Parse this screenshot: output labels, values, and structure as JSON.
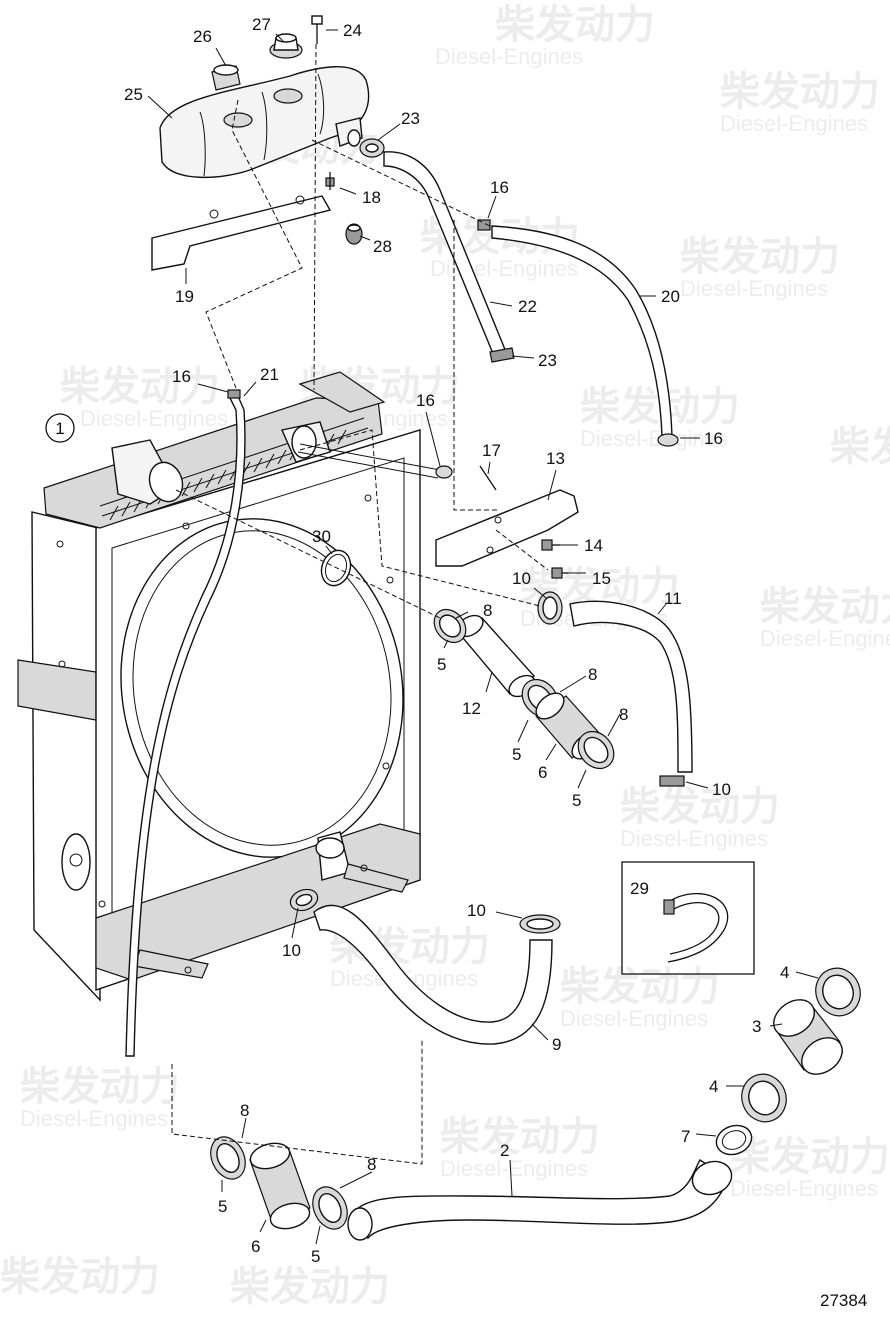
{
  "figure": {
    "drawing_number": "27384",
    "assembly_marker": "1",
    "inset_label": "29"
  },
  "watermark": {
    "chinese_text": "柴发动力",
    "english_text": "Diesel-Engines"
  },
  "labels": [
    {
      "id": "l26",
      "text": "26"
    },
    {
      "id": "l27",
      "text": "27"
    },
    {
      "id": "l24",
      "text": "24"
    },
    {
      "id": "l25",
      "text": "25"
    },
    {
      "id": "l23a",
      "text": "23"
    },
    {
      "id": "l18",
      "text": "18"
    },
    {
      "id": "l16a",
      "text": "16"
    },
    {
      "id": "l28",
      "text": "28"
    },
    {
      "id": "l19",
      "text": "19"
    },
    {
      "id": "l20",
      "text": "20"
    },
    {
      "id": "l22",
      "text": "22"
    },
    {
      "id": "l23b",
      "text": "23"
    },
    {
      "id": "l16b",
      "text": "16"
    },
    {
      "id": "l21",
      "text": "21"
    },
    {
      "id": "l16c",
      "text": "16"
    },
    {
      "id": "l16d",
      "text": "16"
    },
    {
      "id": "l17",
      "text": "17"
    },
    {
      "id": "l13",
      "text": "13"
    },
    {
      "id": "l14",
      "text": "14"
    },
    {
      "id": "l15",
      "text": "15"
    },
    {
      "id": "l30",
      "text": "30"
    },
    {
      "id": "l10a",
      "text": "10"
    },
    {
      "id": "l11",
      "text": "11"
    },
    {
      "id": "l8a",
      "text": "8"
    },
    {
      "id": "l5a",
      "text": "5"
    },
    {
      "id": "l8b",
      "text": "8"
    },
    {
      "id": "l12",
      "text": "12"
    },
    {
      "id": "l8c",
      "text": "8"
    },
    {
      "id": "l5b",
      "text": "5"
    },
    {
      "id": "l6a",
      "text": "6"
    },
    {
      "id": "l5c",
      "text": "5"
    },
    {
      "id": "l10b",
      "text": "10"
    },
    {
      "id": "l10c",
      "text": "10"
    },
    {
      "id": "l10d",
      "text": "10"
    },
    {
      "id": "l9",
      "text": "9"
    },
    {
      "id": "l4a",
      "text": "4"
    },
    {
      "id": "l3",
      "text": "3"
    },
    {
      "id": "l4b",
      "text": "4"
    },
    {
      "id": "l7",
      "text": "7"
    },
    {
      "id": "l2",
      "text": "2"
    },
    {
      "id": "l8d",
      "text": "8"
    },
    {
      "id": "l8e",
      "text": "8"
    },
    {
      "id": "l5d",
      "text": "5"
    },
    {
      "id": "l6b",
      "text": "6"
    },
    {
      "id": "l5e",
      "text": "5"
    }
  ]
}
